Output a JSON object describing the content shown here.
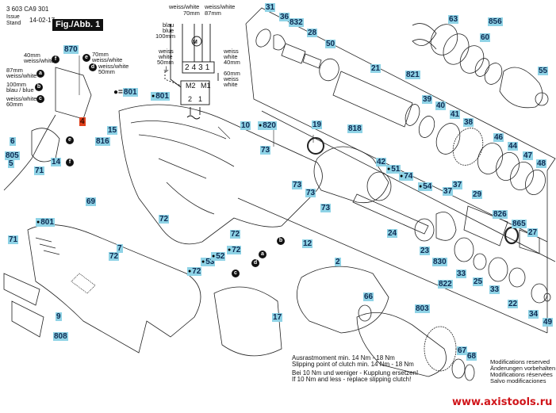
{
  "header": {
    "doc_number": "3 603 CA9 301",
    "issue_label_1": "Issue",
    "issue_label_2": "Stand",
    "issue_date": "14-02-17",
    "figure_label": "Fig./Abb. 1"
  },
  "legend": {
    "dot_symbol": "●",
    "equals": "=",
    "dot_part": "801"
  },
  "switch_wiring": {
    "part": "870",
    "switch_part": "4",
    "wires": [
      {
        "badge": "f",
        "length": "40mm",
        "color": "weiss/white"
      },
      {
        "badge": "e",
        "length": "70mm",
        "color": "weiss/white"
      },
      {
        "badge": "a",
        "length": "87mm",
        "color": "weiss/white"
      },
      {
        "badge": "d",
        "length": "50mm",
        "color": "weiss/white"
      },
      {
        "badge": "b",
        "length": "100mm",
        "color": "blau / blue"
      },
      {
        "badge": "c",
        "length": "60mm",
        "color": "weiss/white"
      }
    ]
  },
  "motor_schematic": {
    "top_left": {
      "color": "weiss/white",
      "length": "70mm"
    },
    "top_right": {
      "color": "weiss/white",
      "length": "87mm"
    },
    "left_upper": {
      "line1": "blau",
      "line2": "blue",
      "length": "100mm"
    },
    "left_lower": {
      "line1": "weiss",
      "line2": "white",
      "length": "50mm"
    },
    "right_upper": {
      "line1": "weiss",
      "line2": "white",
      "length": "40mm"
    },
    "right_lower": {
      "length": "60mm",
      "line1": "weiss",
      "line2": "white"
    },
    "terminals": [
      "2",
      "4",
      "3",
      "1"
    ],
    "motor_symbol": "M",
    "m_labels": [
      "M2",
      "M1"
    ],
    "bottom_terminals": [
      "2",
      "1"
    ]
  },
  "parts": [
    {
      "id": "31",
      "dot": false
    },
    {
      "id": "36",
      "dot": false
    },
    {
      "id": "832",
      "dot": false
    },
    {
      "id": "28",
      "dot": false
    },
    {
      "id": "50",
      "dot": false
    },
    {
      "id": "21",
      "dot": false
    },
    {
      "id": "821",
      "dot": false
    },
    {
      "id": "63",
      "dot": false
    },
    {
      "id": "856",
      "dot": false
    },
    {
      "id": "60",
      "dot": false
    },
    {
      "id": "55",
      "dot": false
    },
    {
      "id": "39",
      "dot": false
    },
    {
      "id": "40",
      "dot": false
    },
    {
      "id": "41",
      "dot": false
    },
    {
      "id": "38",
      "dot": false
    },
    {
      "id": "46",
      "dot": false
    },
    {
      "id": "44",
      "dot": false
    },
    {
      "id": "47",
      "dot": false
    },
    {
      "id": "48",
      "dot": false
    },
    {
      "id": "801",
      "dot": true
    },
    {
      "id": "10",
      "dot": false
    },
    {
      "id": "820",
      "dot": true
    },
    {
      "id": "19",
      "dot": false
    },
    {
      "id": "818",
      "dot": false
    },
    {
      "id": "42",
      "dot": false
    },
    {
      "id": "51",
      "dot": true
    },
    {
      "id": "74",
      "dot": true
    },
    {
      "id": "54",
      "dot": true
    },
    {
      "id": "37",
      "dot": false
    },
    {
      "id": "37",
      "dot": false
    },
    {
      "id": "29",
      "dot": false
    },
    {
      "id": "826",
      "dot": false
    },
    {
      "id": "865",
      "dot": false
    },
    {
      "id": "27",
      "dot": false
    },
    {
      "id": "73",
      "dot": false
    },
    {
      "id": "73",
      "dot": false
    },
    {
      "id": "73",
      "dot": false
    },
    {
      "id": "73",
      "dot": false
    },
    {
      "id": "24",
      "dot": false
    },
    {
      "id": "23",
      "dot": false
    },
    {
      "id": "830",
      "dot": false
    },
    {
      "id": "822",
      "dot": false
    },
    {
      "id": "33",
      "dot": false
    },
    {
      "id": "25",
      "dot": false
    },
    {
      "id": "33",
      "dot": false
    },
    {
      "id": "22",
      "dot": false
    },
    {
      "id": "34",
      "dot": false
    },
    {
      "id": "49",
      "dot": false
    },
    {
      "id": "6",
      "dot": false
    },
    {
      "id": "805",
      "dot": false
    },
    {
      "id": "5",
      "dot": false
    },
    {
      "id": "14",
      "dot": false
    },
    {
      "id": "71",
      "dot": false
    },
    {
      "id": "816",
      "dot": false
    },
    {
      "id": "15",
      "dot": false
    },
    {
      "id": "69",
      "dot": false
    },
    {
      "id": "72",
      "dot": false
    },
    {
      "id": "801",
      "dot": true
    },
    {
      "id": "71",
      "dot": false
    },
    {
      "id": "7",
      "dot": false
    },
    {
      "id": "72",
      "dot": false
    },
    {
      "id": "72",
      "dot": false
    },
    {
      "id": "53",
      "dot": true
    },
    {
      "id": "52",
      "dot": true
    },
    {
      "id": "72",
      "dot": true
    },
    {
      "id": "72",
      "dot": true
    },
    {
      "id": "12",
      "dot": false
    },
    {
      "id": "2",
      "dot": false
    },
    {
      "id": "17",
      "dot": false
    },
    {
      "id": "66",
      "dot": false
    },
    {
      "id": "803",
      "dot": false
    },
    {
      "id": "67",
      "dot": false
    },
    {
      "id": "68",
      "dot": false
    },
    {
      "id": "9",
      "dot": false
    },
    {
      "id": "808",
      "dot": false
    },
    {
      "id": "4",
      "dot": false
    }
  ],
  "brush_badges": [
    "b",
    "a",
    "d",
    "c",
    "e",
    "f"
  ],
  "notes": {
    "clutch_1": "Ausrastmoment min. 14 Nm - 18 Nm",
    "clutch_2": "Slipping point of clutch min. 14 Nm - 18 Nm",
    "clutch_3": "Bei 10 Nm und weniger - Kupplung ersetzen!",
    "clutch_4": "If 10 Nm and less - replace slipping clutch!",
    "mod_1": "Modifications reserved",
    "mod_2": "Änderungen vorbehalten",
    "mod_3": "Modifications réservées",
    "mod_4": "Salvo modificaciones"
  },
  "watermark": "www.axistools.ru",
  "colors": {
    "label_bg": "#8fd3e6",
    "label_text": "#0d2a52",
    "highlight_bg": "#e0401b",
    "watermark": "#d0151a"
  }
}
